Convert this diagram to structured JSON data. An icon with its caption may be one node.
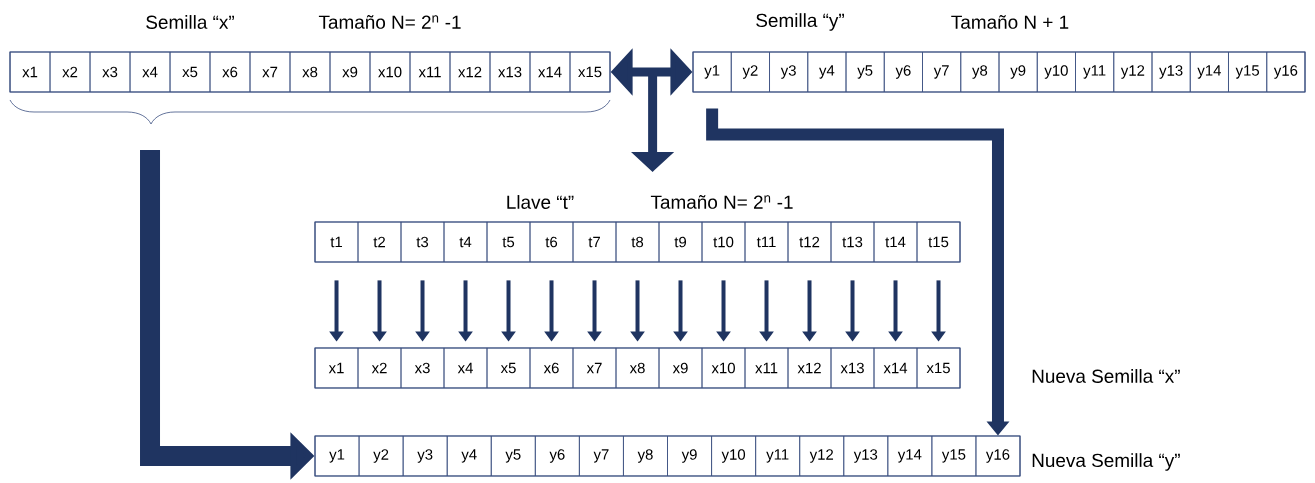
{
  "diagram": {
    "nodes": [
      {
        "text": [],
        "shape": "box",
        "beside": [
          "Semilla “x”",
          "Tamaño N= 2$^{n}$ -1"
        ]
      },
      {
        "text": [
          "x1"
        ],
        "in": 0
      },
      {
        "text": [
          "x2"
        ],
        "in": 0
      },
      {
        "text": [
          "x3"
        ],
        "in": 0
      },
      {
        "text": [
          "x4"
        ],
        "in": 0
      },
      {
        "text": [
          "x5"
        ],
        "in": 0
      },
      {
        "text": [
          "x6"
        ],
        "in": 0
      },
      {
        "text": [
          "x7"
        ],
        "in": 0
      },
      {
        "text": [
          "x8"
        ],
        "in": 0
      },
      {
        "text": [
          "x9"
        ],
        "in": 0
      },
      {
        "text": [
          "x10"
        ],
        "in": 0
      },
      {
        "text": [
          "x11"
        ],
        "in": 0
      },
      {
        "text": [
          "x12"
        ],
        "in": 0
      },
      {
        "text": [
          "x13"
        ],
        "in": 0
      },
      {
        "text": [
          "x14"
        ],
        "in": 0
      },
      {
        "text": [
          "x15"
        ],
        "in": 0
      },
      {
        "text": [],
        "shape": "box",
        "beside": [
          "Semilla “y”",
          "Tamaño N + 1"
        ]
      },
      {
        "text": [
          "y1"
        ],
        "in": 16
      },
      {
        "text": [
          "y2"
        ],
        "in": 16
      },
      {
        "text": [
          "y3"
        ],
        "in": 16
      },
      {
        "text": [
          "y4"
        ],
        "in": 16
      },
      {
        "text": [
          "y5"
        ],
        "in": 16
      },
      {
        "text": [
          "y6"
        ],
        "in": 16
      },
      {
        "text": [
          "y7"
        ],
        "in": 16
      },
      {
        "text": [
          "y8"
        ],
        "in": 16
      },
      {
        "text": [
          "y9"
        ],
        "in": 16
      },
      {
        "text": [
          "y10"
        ],
        "in": 16
      },
      {
        "text": [
          "y11"
        ],
        "in": 16
      },
      {
        "text": [
          "y12"
        ],
        "in": 16
      },
      {
        "text": [
          "y13"
        ],
        "in": 16
      },
      {
        "text": [
          "y14"
        ],
        "in": 16
      },
      {
        "text": [
          "y15"
        ],
        "in": 16
      },
      {
        "text": [
          "y16"
        ],
        "in": 16
      },
      {
        "text": [],
        "shape": "box",
        "beside": [
          "Llave “t”",
          "Tamaño N= 2$^{n}$ -1"
        ]
      },
      {
        "text": [
          "t1"
        ],
        "in": 33
      },
      {
        "text": [
          "t2"
        ],
        "in": 33
      },
      {
        "text": [
          "t3"
        ],
        "in": 33
      },
      {
        "text": [
          "t4"
        ],
        "in": 33
      },
      {
        "text": [
          "t5"
        ],
        "in": 33
      },
      {
        "text": [
          "t6"
        ],
        "in": 33
      },
      {
        "text": [
          "t7"
        ],
        "in": 33
      },
      {
        "text": [
          "t8"
        ],
        "in": 33
      },
      {
        "text": [
          "t9"
        ],
        "in": 33
      },
      {
        "text": [
          "t10"
        ],
        "in": 33
      },
      {
        "text": [
          "t11"
        ],
        "in": 33
      },
      {
        "text": [
          "t12"
        ],
        "in": 33
      },
      {
        "text": [
          "t13"
        ],
        "in": 33
      },
      {
        "text": [
          "t14"
        ],
        "in": 33
      },
      {
        "text": [
          "t15"
        ],
        "in": 33
      },
      {
        "text": [],
        "shape": "box",
        "beside": [
          "Nueva Semilla “x”"
        ]
      },
      {
        "text": [
          "x1"
        ],
        "in": 49
      },
      {
        "text": [
          "x2"
        ],
        "in": 49
      },
      {
        "text": [
          "x3"
        ],
        "in": 49
      },
      {
        "text": [
          "x4"
        ],
        "in": 49
      },
      {
        "text": [
          "x5"
        ],
        "in": 49
      },
      {
        "text": [
          "x6"
        ],
        "in": 49
      },
      {
        "text": [
          "x7"
        ],
        "in": 49
      },
      {
        "text": [
          "x8"
        ],
        "in": 49
      },
      {
        "text": [
          "x9"
        ],
        "in": 49
      },
      {
        "text": [
          "x10"
        ],
        "in": 49
      },
      {
        "text": [
          "x11"
        ],
        "in": 49
      },
      {
        "text": [
          "x12"
        ],
        "in": 49
      },
      {
        "text": [
          "x13"
        ],
        "in": 49
      },
      {
        "text": [
          "x14"
        ],
        "in": 49
      },
      {
        "text": [
          "x15"
        ],
        "in": 49
      },
      {
        "text": [],
        "shape": "box",
        "beside": [
          "Nueva Semilla “y”"
        ]
      },
      {
        "text": [
          "y1"
        ],
        "in": 65
      },
      {
        "text": [
          "y2"
        ],
        "in": 65
      },
      {
        "text": [
          "y3"
        ],
        "in": 65
      },
      {
        "text": [
          "y4"
        ],
        "in": 65
      },
      {
        "text": [
          "y5"
        ],
        "in": 65
      },
      {
        "text": [
          "y6"
        ],
        "in": 65
      },
      {
        "text": [
          "y7"
        ],
        "in": 65
      },
      {
        "text": [
          "y8"
        ],
        "in": 65
      },
      {
        "text": [
          "y9"
        ],
        "in": 65
      },
      {
        "text": [
          "y10"
        ],
        "in": 65
      },
      {
        "text": [
          "y11"
        ],
        "in": 65
      },
      {
        "text": [
          "y12"
        ],
        "in": 65
      },
      {
        "text": [
          "y13"
        ],
        "in": 65
      },
      {
        "text": [
          "y14"
        ],
        "in": 65
      },
      {
        "text": [
          "y15"
        ],
        "in": 65
      },
      {
        "text": [
          "y16"
        ],
        "in": 65
      }
    ],
    "edges": [
      {
        "from": 0,
        "to": 16,
        "arrow": "both",
        "style": "thick"
      },
      {
        "from": 0,
        "to": 33,
        "arrow": "to",
        "style": "thick"
      },
      {
        "from": 0,
        "to": 65,
        "arrow": "to",
        "style": "thick"
      },
      {
        "from": 17,
        "to": 81,
        "arrow": "to",
        "style": "thick"
      },
      {
        "from": 34,
        "to": 50,
        "arrow": "to"
      },
      {
        "from": 35,
        "to": 51,
        "arrow": "to"
      },
      {
        "from": 36,
        "to": 52,
        "arrow": "to"
      },
      {
        "from": 37,
        "to": 53,
        "arrow": "to"
      },
      {
        "from": 38,
        "to": 54,
        "arrow": "to"
      },
      {
        "from": 39,
        "to": 55,
        "arrow": "to"
      },
      {
        "from": 40,
        "to": 56,
        "arrow": "to"
      },
      {
        "from": 41,
        "to": 57,
        "arrow": "to"
      },
      {
        "from": 42,
        "to": 58,
        "arrow": "to"
      },
      {
        "from": 43,
        "to": 59,
        "arrow": "to"
      },
      {
        "from": 44,
        "to": 60,
        "arrow": "to"
      },
      {
        "from": 45,
        "to": 61,
        "arrow": "to"
      },
      {
        "from": 46,
        "to": 62,
        "arrow": "to"
      },
      {
        "from": 47,
        "to": 63,
        "arrow": "to"
      },
      {
        "from": 48,
        "to": 64,
        "arrow": "to"
      }
    ]
  }
}
